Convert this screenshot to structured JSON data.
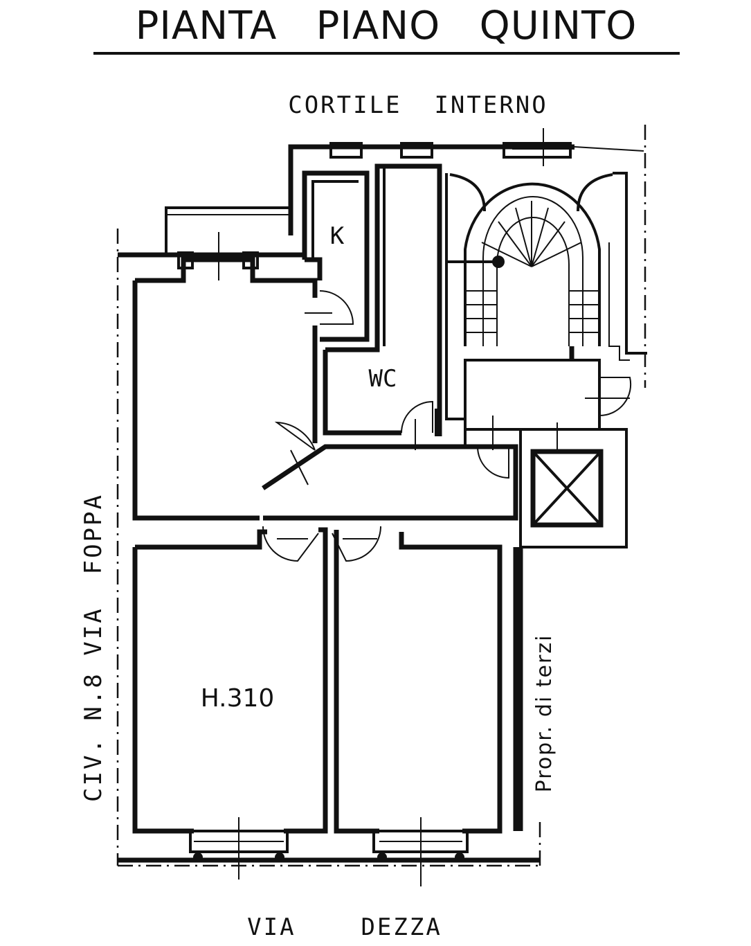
{
  "title": "PIANTA   PIANO   QUINTO",
  "labels": {
    "courtyard": "CORTILE  INTERNO",
    "kitchen": "K",
    "wc": "WC",
    "height": "H.310",
    "street_left": "CIV. N.8 VIA  FOPPA",
    "street_bottom": "VIA    DEZZA",
    "neighbor": "Propr. di terzi"
  }
}
